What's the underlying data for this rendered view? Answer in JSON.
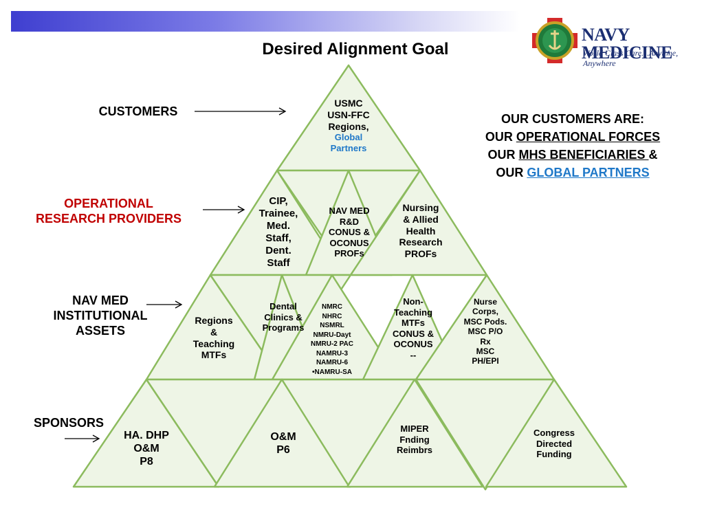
{
  "title": "Desired Alignment Goal",
  "logo": {
    "name": "NAVY MEDICINE",
    "tagline": "World Class Care…Anytime, Anywhere"
  },
  "side_labels": {
    "customers": "CUSTOMERS",
    "operational_line1": "OPERATIONAL",
    "operational_line2": "RESEARCH PROVIDERS",
    "navmed_line1": "NAV MED",
    "navmed_line2": "INSTITUTIONAL",
    "navmed_line3": "ASSETS",
    "sponsors": "SPONSORS"
  },
  "customers_statement": {
    "line1": "OUR CUSTOMERS ARE:",
    "line2_prefix": "OUR ",
    "line2_link": "OPERATIONAL FORCES",
    "line3_prefix": "OUR ",
    "line3_link": "MHS BENEFICIARIES ",
    "line3_suffix": "&",
    "line4_prefix": "OUR ",
    "line4_link": "GLOBAL PARTNERS"
  },
  "colors": {
    "triangle_fill": "#eef5e6",
    "triangle_stroke": "#8cbb5e",
    "accent_red": "#c00000",
    "accent_blue": "#1f78c8"
  },
  "pyramid": {
    "top": {
      "l1": "USMC",
      "l2": "USN-FFC",
      "l3": "Regions,",
      "l4": "Global",
      "l5": "Partners"
    },
    "row2": {
      "cip": [
        "CIP,",
        "Trainee,",
        "Med.",
        "Staff,",
        "Dent.",
        "Staff"
      ],
      "navmed_rd": [
        "NAV MED",
        "R&D",
        "CONUS &",
        "OCONUS",
        "PROFs"
      ],
      "nursing": [
        "Nursing",
        "& Allied",
        "Health",
        "Research",
        "PROFs"
      ]
    },
    "row3": {
      "regions": [
        "Regions",
        "&",
        "Teaching",
        "MTFs"
      ],
      "dental": [
        "Dental",
        "Clinics &",
        "Programs"
      ],
      "labs": [
        "NMRC",
        "NHRC",
        "NSMRL",
        "NMRU-Dayt",
        "NMRU-2 PAC",
        "NAMRU-3",
        "NAMRU-6",
        "•NAMRU-SA"
      ],
      "non_teaching": [
        "Non-",
        "Teaching",
        "MTFs",
        "CONUS &",
        "OCONUS",
        "--"
      ],
      "nurse_corps": [
        "Nurse",
        "Corps,",
        "MSC Pods.",
        "MSC P/O",
        "Rx",
        "MSC",
        "PH/EPI"
      ]
    },
    "row4": {
      "ha_dhp": [
        "HA. DHP",
        "O&M",
        "P8"
      ],
      "om": [
        "O&M",
        "P6"
      ],
      "miper": [
        "MIPER",
        "Fnding",
        "Reimbrs"
      ],
      "congress": [
        "Congress",
        "Directed",
        "Funding"
      ]
    }
  }
}
